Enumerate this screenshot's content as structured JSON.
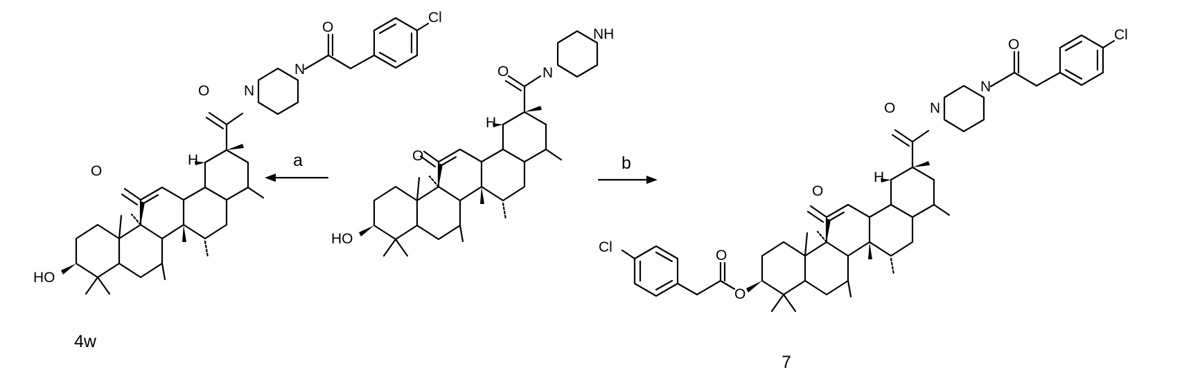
{
  "scheme": {
    "compounds": [
      {
        "id": "4w",
        "label": "4w",
        "atom_labels": {
          "oxo_ring": "O",
          "amide_o": "O",
          "acyl_o": "O",
          "n1": "N",
          "n2": "N",
          "h": "H",
          "hydroxyl": "HO",
          "cl": "Cl"
        }
      },
      {
        "id": "start",
        "label": "",
        "atom_labels": {
          "oxo_ring": "O",
          "amide_o": "O",
          "n1": "N",
          "nh": "NH",
          "h": "H",
          "hydroxyl": "HO"
        }
      },
      {
        "id": "7",
        "label": "7",
        "atom_labels": {
          "oxo_ring": "O",
          "amide_o": "O",
          "acyl_o": "O",
          "n1": "N",
          "n2": "N",
          "h": "H",
          "ester_o": "O",
          "ester_co": "O",
          "cl_ester": "Cl",
          "cl": "Cl"
        }
      }
    ],
    "arrows": [
      {
        "id": "a",
        "label": "a",
        "direction": "left"
      },
      {
        "id": "b",
        "label": "b",
        "direction": "right"
      }
    ]
  }
}
